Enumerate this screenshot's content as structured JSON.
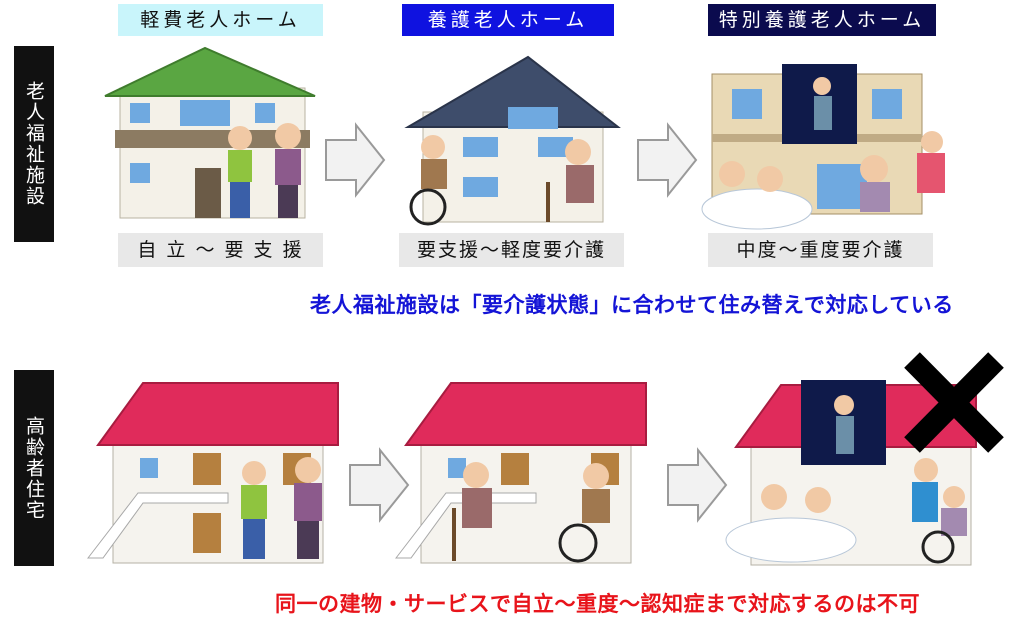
{
  "sections": {
    "welfare": {
      "label": "老人福祉施設"
    },
    "housing": {
      "label": "高齢者住宅"
    }
  },
  "facilities": [
    {
      "title": "軽費老人ホーム",
      "level": "自 立 〜 要 支 援"
    },
    {
      "title": "養護老人ホーム",
      "level": "要支援〜軽度要介護"
    },
    {
      "title": "特別養護老人ホーム",
      "level": "中度〜重度要介護"
    }
  ],
  "captions": {
    "welfare": "老人福祉施設は「要介護状態」に合わせて住み替えで対応している",
    "housing": "同一の建物・サービスで自立〜重度〜認知症まで対応するのは不可"
  },
  "colors": {
    "welfare_caption": "#1414d6",
    "housing_caption": "#e8141b",
    "title_cyan": "#c9f5fb",
    "title_blue": "#0f12e0",
    "title_navy": "#0b0b4e",
    "roof_green": "#5aa642",
    "roof_slate": "#3e4d6b",
    "roof_pink": "#e02b5b",
    "cross": "#000000"
  },
  "icons": [
    "right-arrow-icon",
    "cross-mark-icon"
  ]
}
